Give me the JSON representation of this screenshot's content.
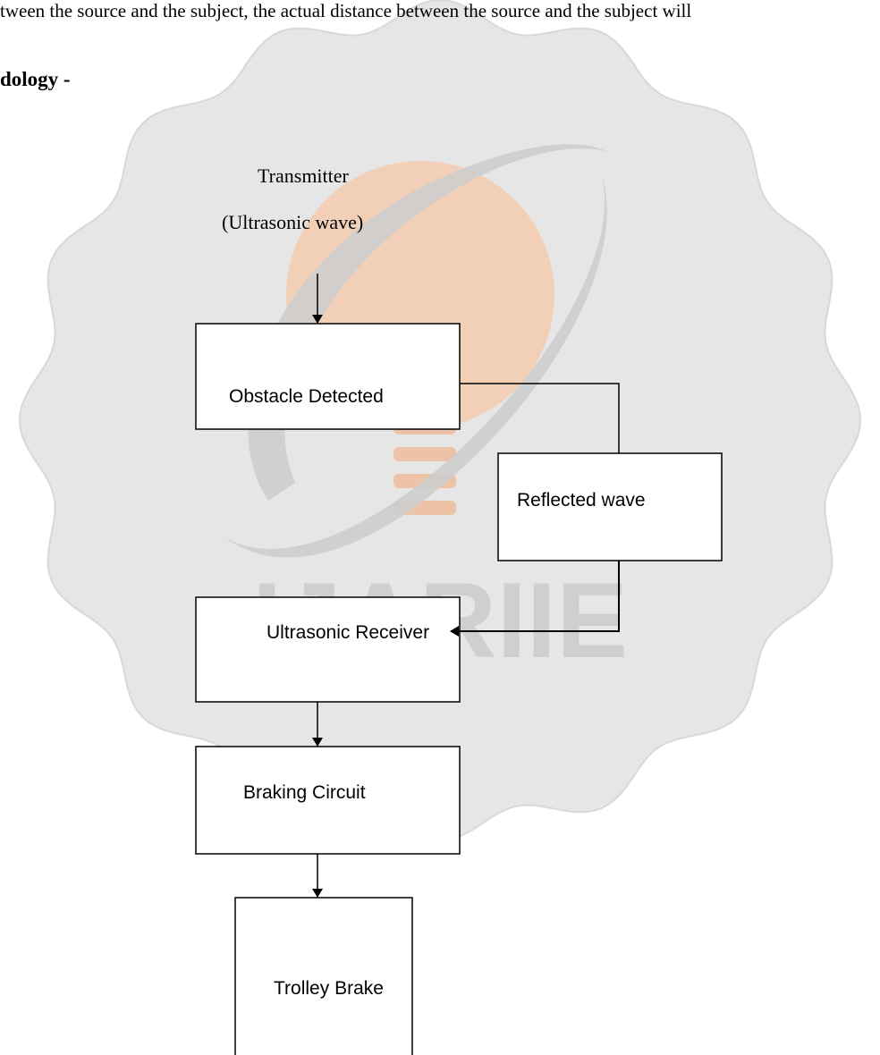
{
  "page": {
    "top_text": "tween the source and the subject, the actual distance between the source and the subject will",
    "heading": "dology -"
  },
  "transmitter": {
    "title": "Transmitter",
    "subtitle": "(Ultrasonic wave)"
  },
  "boxes": {
    "obstacle": "Obstacle Detected",
    "reflected": "Reflected wave",
    "receiver": "Ultrasonic Receiver",
    "braking": "Braking Circuit",
    "trolley": "Trolley Brake"
  },
  "watermark": {
    "text": "IJARIIE",
    "colors": {
      "seal": "#e6e6e6",
      "seal_edge": "#d8d8d8",
      "bulb": "#f6c8a8",
      "ring": "#c9c9c9",
      "letters": "#cfcfcf"
    }
  },
  "colors": {
    "line": "#000000",
    "box_fill": "#ffffff"
  }
}
